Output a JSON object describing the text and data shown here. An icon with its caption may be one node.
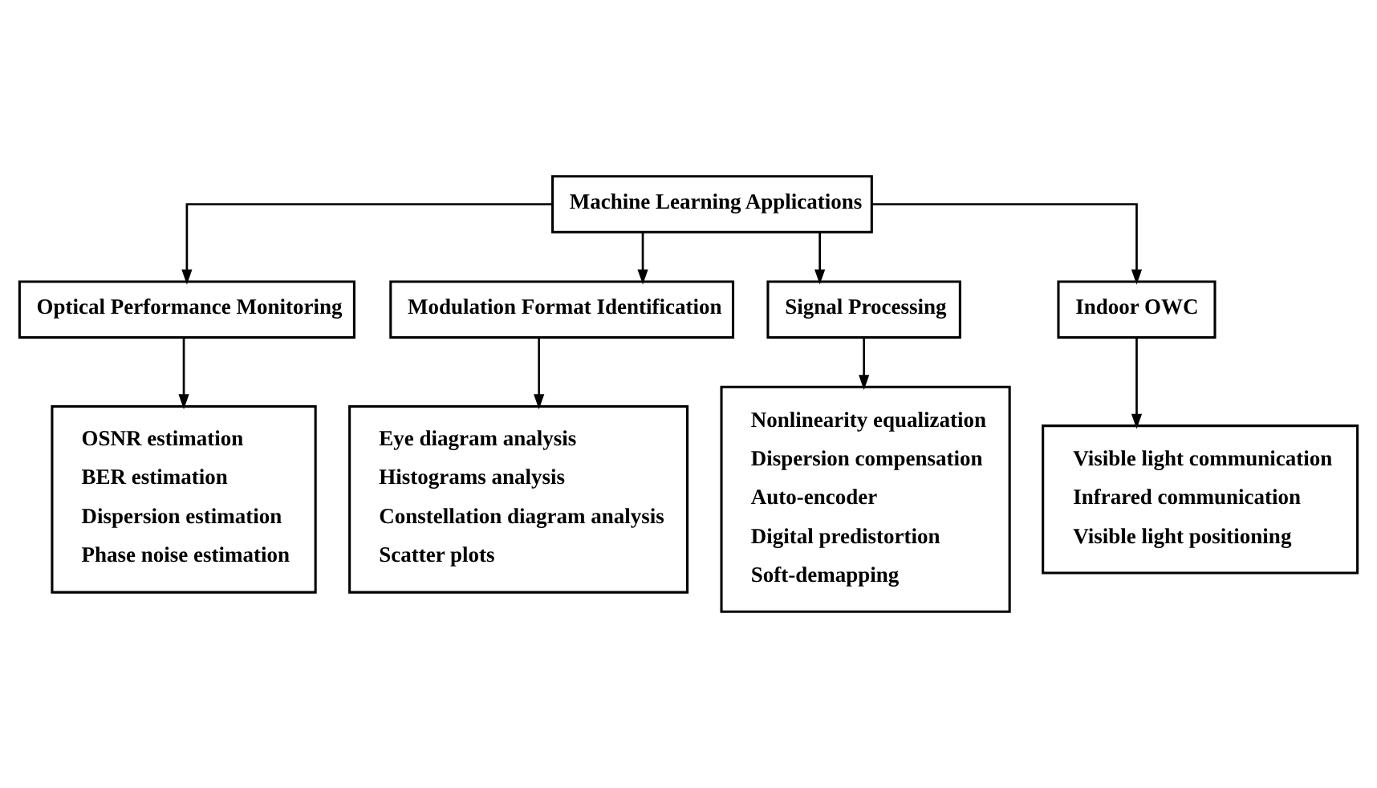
{
  "diagram": {
    "nodes": [
      {
        "text": [
          "Machine Learning Applications"
        ]
      },
      {
        "text": [
          "Optical Performance Monitoring"
        ]
      },
      {
        "text": [
          "Modulation Format Identification"
        ]
      },
      {
        "text": [
          "Signal Processing"
        ]
      },
      {
        "text": [
          "Indoor OWC"
        ]
      },
      {
        "text": [
          "OSNR estimation",
          "BER estimation",
          "Dispersion estimation",
          "Phase noise estimation"
        ]
      },
      {
        "text": [
          "Eye diagram analysis",
          "Histograms analysis",
          "Constellation diagram analysis",
          "Scatter plots"
        ]
      },
      {
        "text": [
          "Nonlinearity equalization",
          "Dispersion compensation",
          "Auto-encoder",
          "Digital predistortion",
          "Soft-demapping"
        ]
      },
      {
        "text": [
          "Visible light communication",
          "Infrared communication",
          "Visible light positioning"
        ]
      }
    ],
    "edges": [
      {
        "from": 0,
        "to": 1,
        "arrow": "to"
      },
      {
        "from": 0,
        "to": 2,
        "arrow": "to"
      },
      {
        "from": 0,
        "to": 3,
        "arrow": "to"
      },
      {
        "from": 0,
        "to": 4,
        "arrow": "to"
      },
      {
        "from": 1,
        "to": 5,
        "arrow": "to"
      },
      {
        "from": 2,
        "to": 6,
        "arrow": "to"
      },
      {
        "from": 3,
        "to": 7,
        "arrow": "to"
      },
      {
        "from": 4,
        "to": 8,
        "arrow": "to"
      }
    ]
  }
}
